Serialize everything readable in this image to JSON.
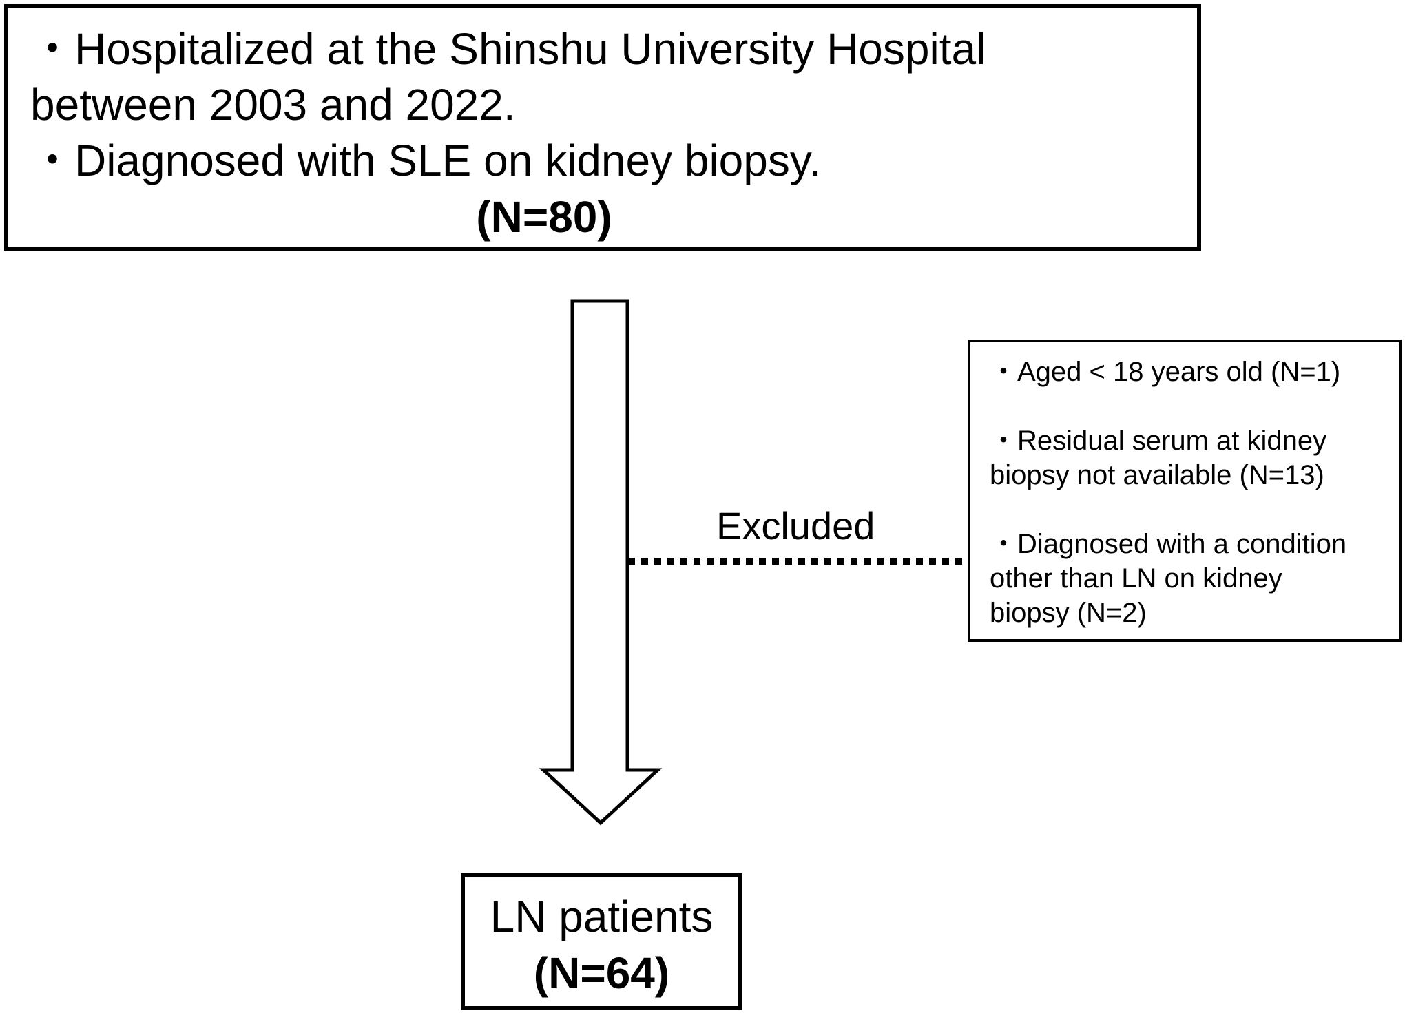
{
  "top_box": {
    "line1": "・Hospitalized at the Shinshu University Hospital",
    "line2": "between 2003 and 2022.",
    "line3": "・Diagnosed with SLE on kidney biopsy.",
    "count": "(N=80)"
  },
  "exclusion": {
    "label": "Excluded",
    "criteria": [
      {
        "lines": [
          "・Aged < 18 years old (N=1)"
        ]
      },
      {
        "lines": [
          "・Residual serum at kidney",
          "biopsy not available (N=13)"
        ]
      },
      {
        "lines": [
          "・Diagnosed with a condition",
          "other than LN on kidney",
          "biopsy (N=2)"
        ]
      }
    ]
  },
  "bottom_box": {
    "label": "LN patients",
    "count": "(N=64)"
  }
}
